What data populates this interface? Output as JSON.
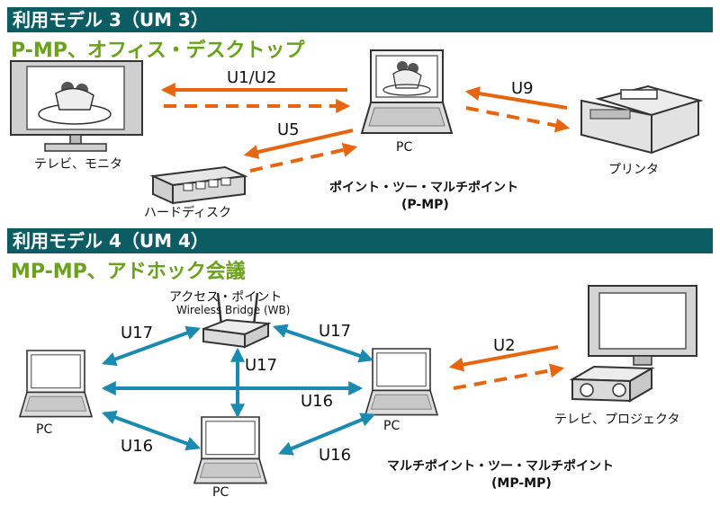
{
  "colors": {
    "band": "#0b5d63",
    "subtitle": "#6aa21b",
    "orange": "#e8650f",
    "blue": "#1a8ab0"
  },
  "um3": {
    "header": "利用モデル 3（UM 3）",
    "subtitle": "P-MP、オフィス・デスクトップ",
    "devices": {
      "tv_monitor": "テレビ、モニタ",
      "pc": "PC",
      "printer": "プリンタ",
      "hard_disk": "ハードディスク"
    },
    "links": {
      "u1u2": "U1/U2",
      "u5": "U5",
      "u9": "U9"
    },
    "caption_line1": "ポイント・ツー・マルチポイント",
    "caption_line2": "(P-MP)"
  },
  "um4": {
    "header": "利用モデル 4（UM 4）",
    "subtitle": "MP-MP、アドホック会議",
    "devices": {
      "access_point": "アクセス・ポイント",
      "wireless_bridge": "Wireless Bridge (WB)",
      "pc_left": "PC",
      "pc_bottom": "PC",
      "pc_right": "PC",
      "tv_projector": "テレビ、プロジェクタ"
    },
    "links": {
      "u17_left": "U17",
      "u17_right": "U17",
      "u17_center": "U17",
      "u16_mid": "U16",
      "u16_left": "U16",
      "u16_right": "U16",
      "u2": "U2"
    },
    "caption_line1": "マルチポイント・ツー・マルチポイント",
    "caption_line2": "(MP-MP)"
  }
}
